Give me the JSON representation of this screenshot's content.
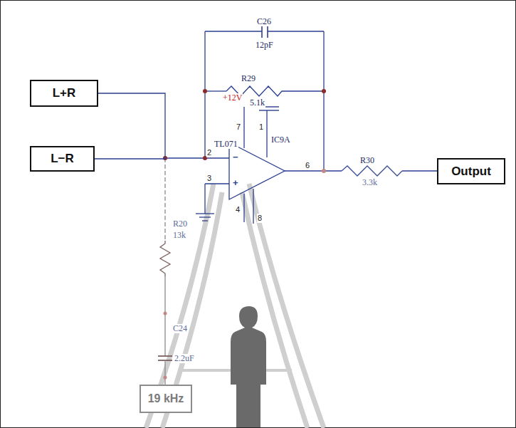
{
  "diagram": {
    "nodes": [
      {
        "text": [
          "L+R"
        ]
      },
      {
        "text": [
          "L−R"
        ]
      },
      {
        "text": [
          "Output"
        ]
      },
      {
        "text": [
          "19 kHz"
        ]
      }
    ],
    "edges": [
      {
        "from": 0,
        "to": 1,
        "arrow": "none"
      }
    ],
    "labels": [
      "C26",
      "12pF",
      "R29",
      "+12V",
      "5.1k",
      "7",
      "1",
      "IC9A",
      "TL071",
      "2",
      "−",
      "3",
      "+",
      "6",
      "4",
      "8",
      "R30",
      "3.3k",
      "R20",
      "13k",
      "C24",
      "2.2uF"
    ]
  }
}
